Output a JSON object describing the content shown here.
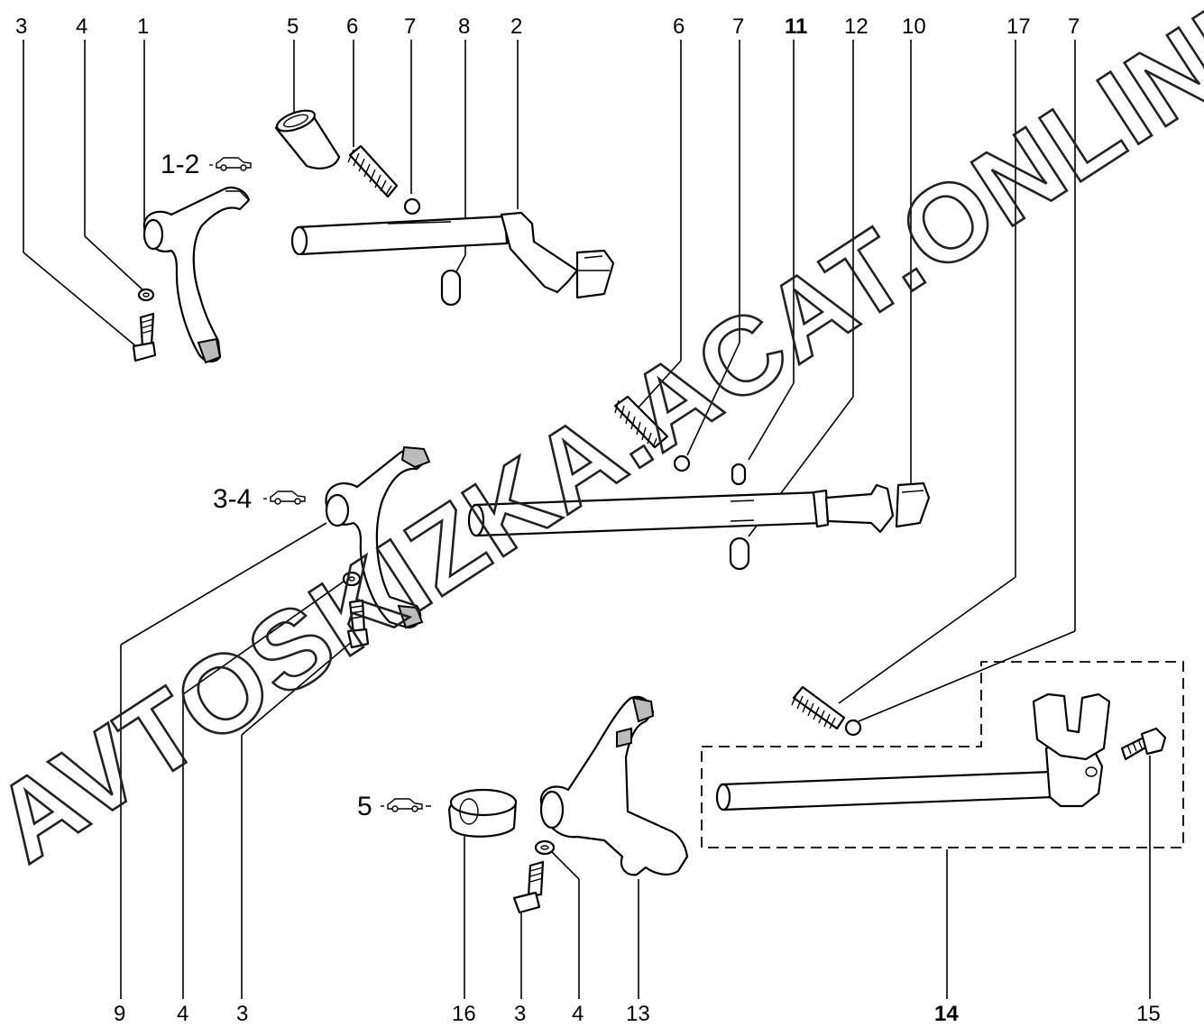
{
  "watermark": "AVTOSKIZKA.ACAT.ONLINE",
  "gear_labels": {
    "g12": "1-2",
    "g34": "3-4",
    "g5": "5"
  },
  "callouts": {
    "top": [
      "3",
      "4",
      "1",
      "5",
      "6",
      "7",
      "8",
      "2",
      "6",
      "7",
      "11",
      "12",
      "10",
      "17",
      "7"
    ],
    "bottom": [
      "9",
      "4",
      "3",
      "16",
      "3",
      "4",
      "13",
      "14",
      "15"
    ]
  }
}
